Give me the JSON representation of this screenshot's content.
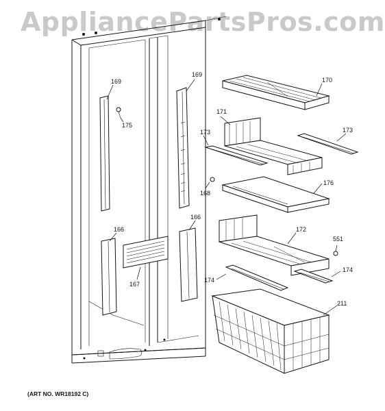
{
  "watermark": "AppliancePartsPros.com",
  "art_number": "(ART NO. WR18192 C)",
  "callouts": {
    "c169_left": "169",
    "c175": "175",
    "c169_right": "169",
    "c170": "170",
    "c171": "171",
    "c173_left": "173",
    "c173_right": "173",
    "c168": "168",
    "c176": "176",
    "c166_left": "166",
    "c166_right": "166",
    "c172": "172",
    "c551": "551",
    "c167": "167",
    "c174_left": "174",
    "c174_right": "174",
    "c211": "211"
  }
}
